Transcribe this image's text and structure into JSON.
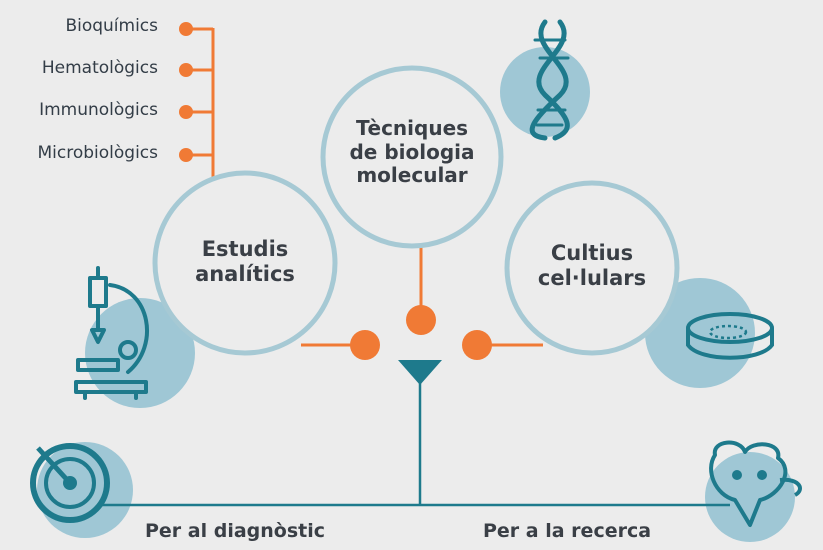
{
  "categories": {
    "items": [
      "Bioquímics",
      "Hematològics",
      "Immunològics",
      "Microbiològics"
    ]
  },
  "techniques": {
    "studies": {
      "line1": "Estudis",
      "line2": "analítics"
    },
    "molecular": {
      "line1": "Tècniques",
      "line2": "de biologia",
      "line3": "molecular"
    },
    "cultures": {
      "line1": "Cultius",
      "line2": "cel·lulars"
    }
  },
  "outputs": {
    "diagnosis": "Per al diagnòstic",
    "research": "Per a la recerca"
  },
  "icons": {
    "dna": "dna-icon",
    "microscope": "microscope-icon",
    "petri": "petri-dish-icon",
    "target": "target-icon",
    "mouse": "mouse-icon"
  },
  "colors": {
    "background": "#ececec",
    "orange": "#f07a35",
    "teal": "#1e7a8c",
    "circle_ring": "#a6c9d4",
    "icon_bg": "#9fc7d5",
    "text": "#3a3f46"
  }
}
